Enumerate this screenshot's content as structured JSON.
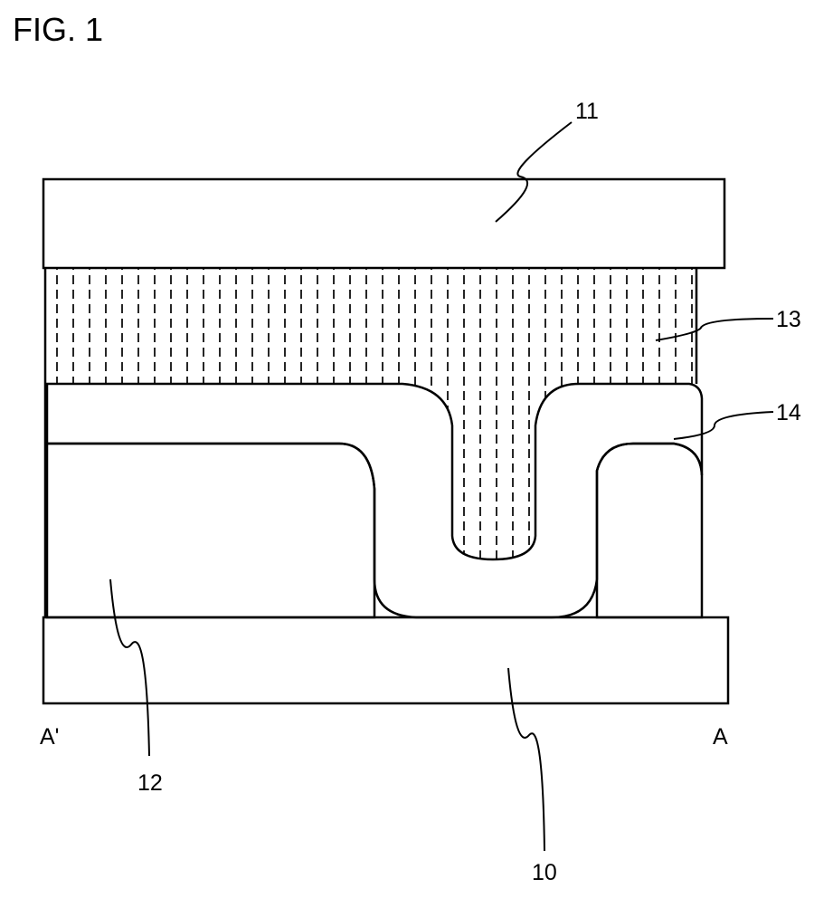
{
  "figure": {
    "title": "FIG. 1",
    "section_marks": {
      "left": "A'",
      "right": "A"
    },
    "reference_numerals": [
      {
        "id": "ref-10",
        "text": "10"
      },
      {
        "id": "ref-11",
        "text": "11"
      },
      {
        "id": "ref-12",
        "text": "12"
      },
      {
        "id": "ref-13",
        "text": "13"
      },
      {
        "id": "ref-14",
        "text": "14"
      }
    ]
  }
}
